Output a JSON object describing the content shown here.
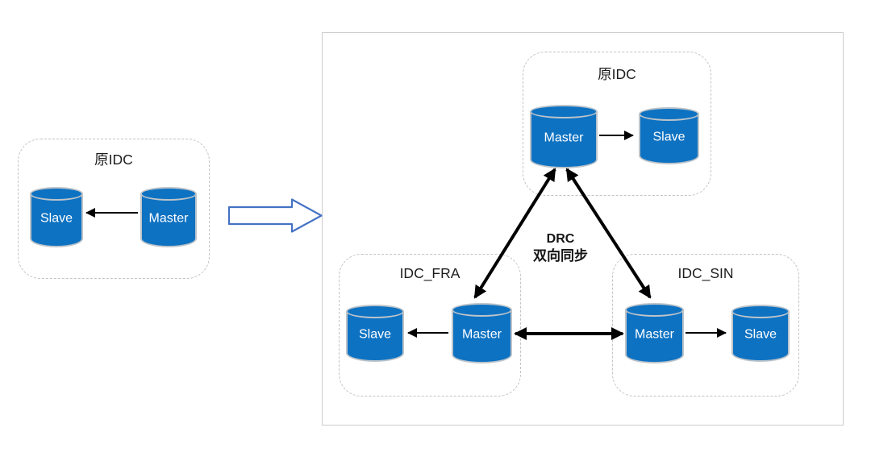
{
  "groups": {
    "before": {
      "title": "原IDC",
      "slave": "Slave",
      "master": "Master"
    },
    "origin": {
      "title": "原IDC",
      "master": "Master",
      "slave": "Slave"
    },
    "fra": {
      "title": "IDC_FRA",
      "slave": "Slave",
      "master": "Master"
    },
    "sin": {
      "title": "IDC_SIN",
      "master": "Master",
      "slave": "Slave"
    }
  },
  "sync_label": {
    "line1": "DRC",
    "line2": "双向同步"
  },
  "colors": {
    "db_blue": "#0E72C2",
    "block_arrow_blue": "#4472C4",
    "outer_border_gray": "#CCCCCC",
    "dashed_border_gray": "#C3C3C3",
    "arrow_black": "#000000",
    "label_white": "#FFFFFF"
  }
}
